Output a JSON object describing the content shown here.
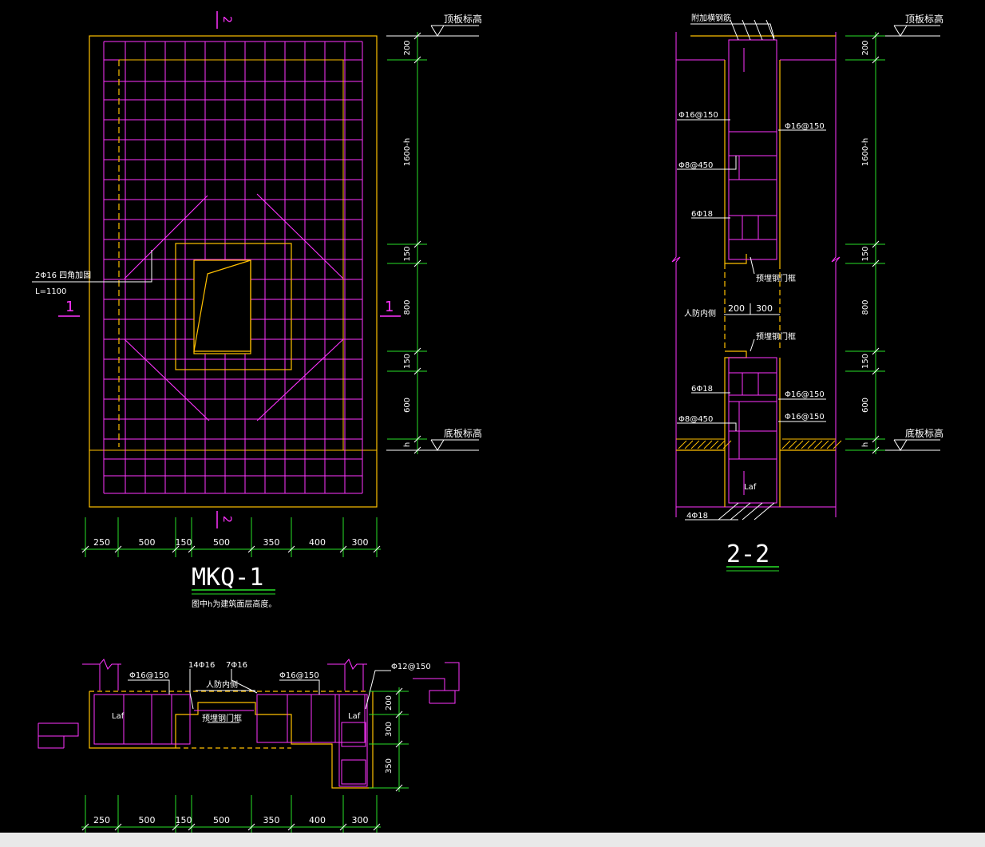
{
  "colors": {
    "background": "#000000",
    "magenta": "#ff33ff",
    "yellow": "#ffc000",
    "green": "#29e129",
    "white": "#ffffff",
    "status_bar": "#e9e9e9"
  },
  "plan": {
    "section_top": "2",
    "section_bottom": "2",
    "section_left": "1",
    "section_right": "1",
    "title": "MKQ-1",
    "note": "图中h为建筑面层高度。",
    "callout_line1": "2Φ16 四角加固",
    "callout_line2": "L=1100",
    "top_level": "顶板标高",
    "bottom_level": "底板标高",
    "vdims": [
      "200",
      "1600-h",
      "150",
      "800",
      "150",
      "600",
      "h"
    ],
    "hdims": [
      "250",
      "500",
      "150",
      "500",
      "350",
      "400",
      "300"
    ]
  },
  "section22": {
    "title": "2-2",
    "top_level": "顶板标高",
    "bottom_level": "底板标高",
    "rebar_top_label": "附加横钢筋",
    "label_phi16_150_left": "Φ16@150",
    "label_phi16_150_right": "Φ16@150",
    "label_phi8_450_upper": "Φ8@450",
    "label_6phi18_upper": "6Φ18",
    "label_embed_upper": "预埋钢门框",
    "label_door_side": "人防内侧",
    "dim_200": "200",
    "dim_300": "300",
    "label_embed_lower": "预埋钢门框",
    "label_6phi18_lower": "6Φ18",
    "label_phi16_150_lower": "Φ16@150",
    "label_phi8_450_lower": "Φ8@450",
    "label_phi16_150_lower2": "Φ16@150",
    "label_laf": "Laf",
    "label_4phi18": "4Φ18",
    "vdims": [
      "200",
      "1600-h",
      "150",
      "800",
      "150",
      "600",
      "h"
    ]
  },
  "section11": {
    "label_phi16_150_left": "Φ16@150",
    "label_14phi16": "14Φ16",
    "label_7phi16": "7Φ16",
    "label_phi16_150_right": "Φ16@150",
    "label_phi12_150": "Φ12@150",
    "label_door_side": "人防内侧",
    "label_embed": "预埋钢门框",
    "label_laf_left": "Laf",
    "label_laf_right": "Laf",
    "vdims": [
      "200",
      "300",
      "350"
    ],
    "hdims": [
      "250",
      "500",
      "150",
      "500",
      "350",
      "400",
      "300"
    ]
  }
}
